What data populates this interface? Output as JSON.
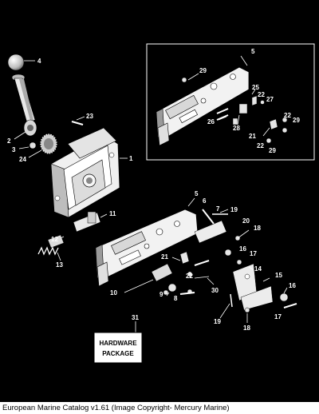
{
  "callouts": [
    {
      "id": "c4",
      "text": "4"
    },
    {
      "id": "c23",
      "text": "23"
    },
    {
      "id": "c2",
      "text": "2"
    },
    {
      "id": "c3",
      "text": "3"
    },
    {
      "id": "c24",
      "text": "24"
    },
    {
      "id": "c1",
      "text": "1"
    },
    {
      "id": "c5a",
      "text": "5"
    },
    {
      "id": "c29a",
      "text": "29"
    },
    {
      "id": "c25",
      "text": "25"
    },
    {
      "id": "c22a",
      "text": "22"
    },
    {
      "id": "c27",
      "text": "27"
    },
    {
      "id": "c26",
      "text": "26"
    },
    {
      "id": "c28",
      "text": "28"
    },
    {
      "id": "c22b",
      "text": "22"
    },
    {
      "id": "c29b",
      "text": "29"
    },
    {
      "id": "c21a",
      "text": "21"
    },
    {
      "id": "c22c",
      "text": "22"
    },
    {
      "id": "c29c",
      "text": "29"
    },
    {
      "id": "c5b",
      "text": "5"
    },
    {
      "id": "c6",
      "text": "6"
    },
    {
      "id": "c7",
      "text": "7"
    },
    {
      "id": "c19a",
      "text": "19"
    },
    {
      "id": "c20",
      "text": "20"
    },
    {
      "id": "c18a",
      "text": "18"
    },
    {
      "id": "c11",
      "text": "11"
    },
    {
      "id": "c12",
      "text": "12"
    },
    {
      "id": "c13",
      "text": "13"
    },
    {
      "id": "c16a",
      "text": "16"
    },
    {
      "id": "c17a",
      "text": "17"
    },
    {
      "id": "c21b",
      "text": "21"
    },
    {
      "id": "c22d",
      "text": "22"
    },
    {
      "id": "c14",
      "text": "14"
    },
    {
      "id": "c15",
      "text": "15"
    },
    {
      "id": "c10",
      "text": "10"
    },
    {
      "id": "c9",
      "text": "9"
    },
    {
      "id": "c8",
      "text": "8"
    },
    {
      "id": "c30",
      "text": "30"
    },
    {
      "id": "c16b",
      "text": "16"
    },
    {
      "id": "c19b",
      "text": "19"
    },
    {
      "id": "c17b",
      "text": "17"
    },
    {
      "id": "c18b",
      "text": "18"
    },
    {
      "id": "c31",
      "text": "31"
    }
  ],
  "hardware_package": {
    "line1": "HARDWARE",
    "line2": "PACKAGE"
  },
  "footer": {
    "caption": "European Marine Catalog v1.61 (Image Copyright- Mercury Marine)"
  },
  "colors": {
    "background": "#000000",
    "line": "#ffffff",
    "part_fill": "#f2f2f2",
    "part_shade": "#9a9a9a",
    "footer_bg": "#ffffff"
  }
}
